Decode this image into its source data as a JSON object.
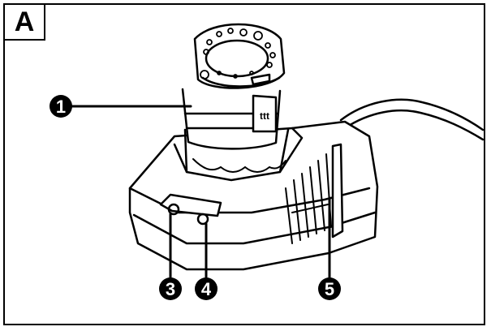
{
  "figure": {
    "label": "A"
  },
  "callouts": [
    {
      "id": "1",
      "text": "1"
    },
    {
      "id": "3",
      "text": "3"
    },
    {
      "id": "4",
      "text": "4"
    },
    {
      "id": "5",
      "text": "5"
    }
  ],
  "colors": {
    "line": "#000000",
    "background": "#ffffff",
    "callout_fill": "#000000",
    "callout_text": "#ffffff"
  }
}
